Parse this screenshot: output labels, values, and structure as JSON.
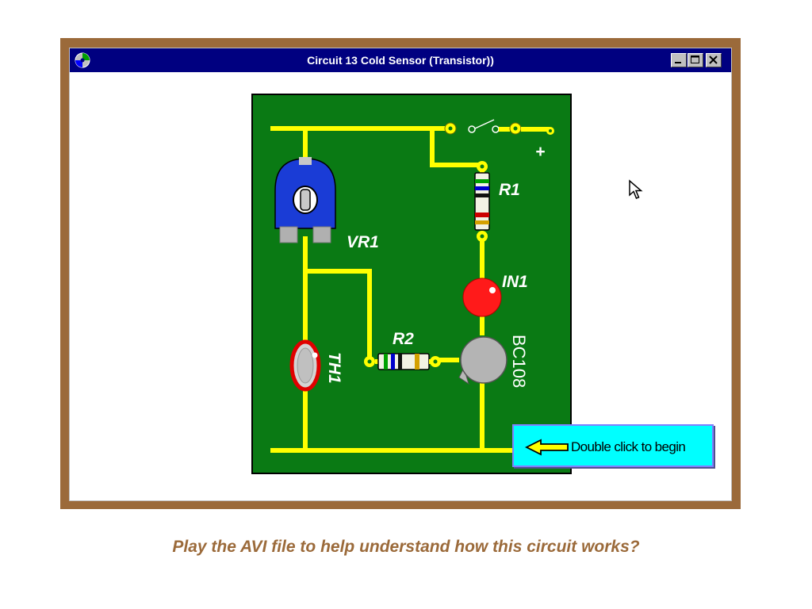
{
  "window": {
    "title": "Circuit 13  Cold Sensor (Transistor))",
    "icon": "cd-disc-icon",
    "controls": [
      "minimize",
      "maximize",
      "close"
    ]
  },
  "board": {
    "labels": {
      "r1": "R1",
      "vr1": "VR1",
      "in1": "IN1",
      "r2": "R2",
      "th1": "TH1",
      "bc108": "BC108",
      "plus": "+"
    }
  },
  "callout": {
    "text": "Double click to begin"
  },
  "caption": "Play the AVI file to help understand how this circuit works?",
  "colors": {
    "frame": "#9b6a3a",
    "titlebar": "#000080",
    "board": "#0a7a14",
    "track": "#ffff00",
    "callout": "#00ffff",
    "caption": "#9b6a3a"
  }
}
